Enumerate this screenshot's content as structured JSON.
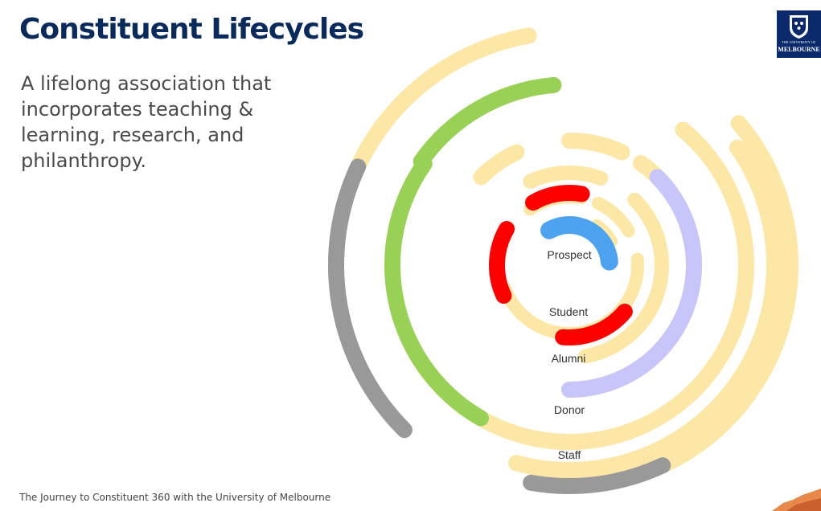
{
  "slide": {
    "title": "Constituent Lifecycles",
    "subtitle": "A lifelong association that incorporates teaching & learning, research, and philanthropy.",
    "footer": "The Journey to Constituent 360 with the University of Melbourne"
  },
  "logo": {
    "text_top": "THE UNIVERSITY OF",
    "text_bottom": "MELBOURNE"
  },
  "diagram": {
    "labels": {
      "prospect": "Prospect",
      "student": "Student",
      "alumni": "Alumni",
      "donor": "Donor",
      "staff": "Staff"
    },
    "colors": {
      "track": "#fde7a6",
      "prospect": "#4da3ef",
      "student": "#ff0000",
      "alumni": "#c7c5fa",
      "donor": "#99d156",
      "staff": "#999999"
    }
  }
}
